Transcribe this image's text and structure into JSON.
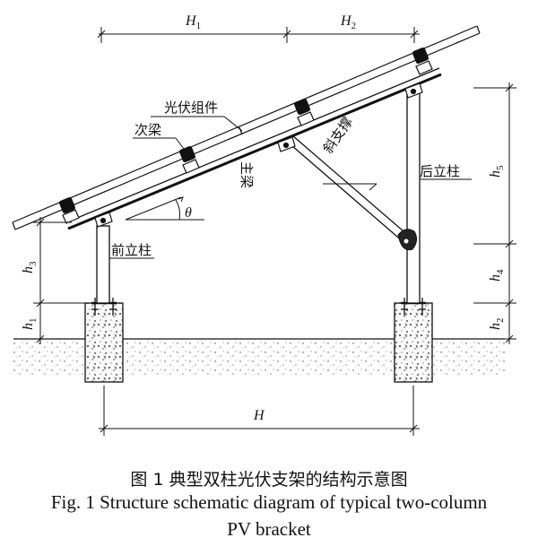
{
  "labels": {
    "pv_module": "光伏组件",
    "secondary_beam": "次梁",
    "main_beam": "主梁",
    "diagonal_brace": "斜支撑",
    "rear_column": "后立柱",
    "front_column": "前立柱",
    "theta": "θ"
  },
  "dimensions": {
    "H1": {
      "main": "H",
      "sub": "1"
    },
    "H2": {
      "main": "H",
      "sub": "2"
    },
    "H": {
      "main": "H"
    },
    "h1": {
      "main": "h",
      "sub": "1"
    },
    "h2": {
      "main": "h",
      "sub": "2"
    },
    "h3": {
      "main": "h",
      "sub": "3"
    },
    "h4": {
      "main": "h",
      "sub": "4"
    },
    "h5": {
      "main": "h",
      "sub": "5"
    }
  },
  "caption": {
    "zh": "图 1  典型双柱光伏支架的结构示意图",
    "en_line1": "Fig. 1  Structure schematic diagram of typical two-column",
    "en_line2": "PV bracket"
  }
}
